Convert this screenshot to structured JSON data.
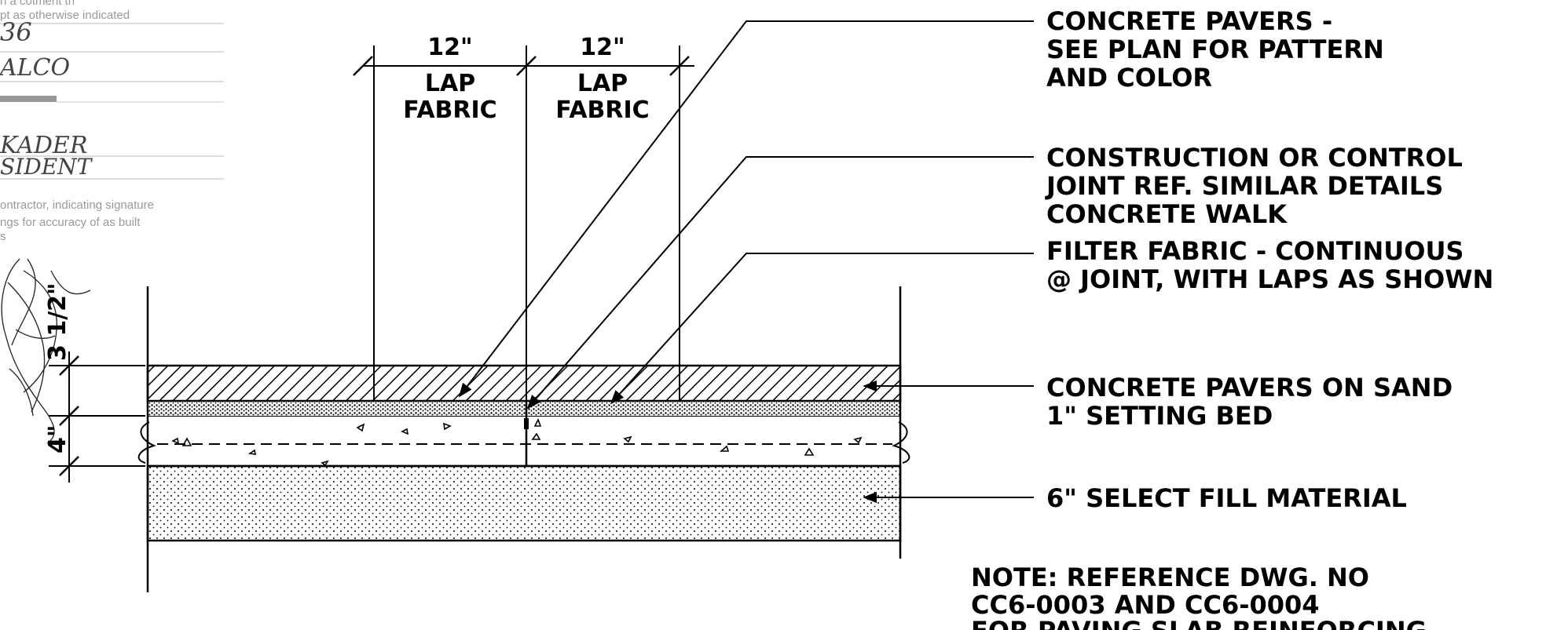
{
  "stamp": {
    "line1": "n a cotment th",
    "line2": "pt as otherwise indicated",
    "num": "36",
    "company": "ALCO",
    "name": "KADER",
    "title": "SIDENT",
    "note1": "ontractor, indicating signature",
    "note2": "ngs for accuracy of as built",
    "note3": "s"
  },
  "dimensions": {
    "lap1_dim": "12\"",
    "lap1_line1": "LAP",
    "lap1_line2": "FABRIC",
    "lap2_dim": "12\"",
    "lap2_line1": "LAP",
    "lap2_line2": "FABRIC",
    "paver_thickness": "3 1/2\"",
    "slab_thickness": "4\""
  },
  "callouts": {
    "pavers_1": "CONCRETE PAVERS -",
    "pavers_2": "SEE PLAN FOR PATTERN",
    "pavers_3": "AND COLOR",
    "joint_1": "CONSTRUCTION OR CONTROL",
    "joint_2": "JOINT REF. SIMILAR DETAILS",
    "joint_3": "CONCRETE WALK",
    "fabric_1": "FILTER FABRIC - CONTINUOUS",
    "fabric_2": "@ JOINT, WITH LAPS AS SHOWN",
    "sand_1": "CONCRETE PAVERS ON SAND",
    "sand_2": "1\" SETTING BED",
    "fill": "6\" SELECT FILL MATERIAL"
  },
  "note": {
    "line1": "NOTE: REFERENCE DWG. NO",
    "line2": "CC6-0003 AND CC6-0004",
    "line3": "FOR PAVING SLAB REINFORCING"
  },
  "colors": {
    "ink": "#000000",
    "stamp": "#999999",
    "paper": "#ffffff"
  }
}
